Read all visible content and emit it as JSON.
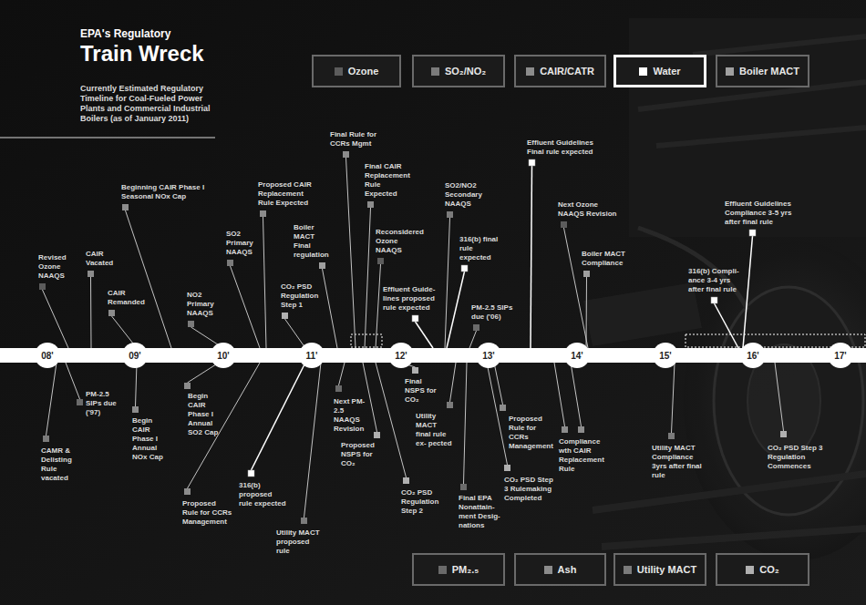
{
  "diagram": {
    "title": "Train Wreck",
    "caption": "Currently Estimated Regulatory Timeline for Coal-Fueled Power Plants and Commercial Industrial Boilers (as of January 2011)",
    "nodes": [
      {
        "text": [
          "08'"
        ]
      },
      {
        "text": [
          "09'"
        ]
      },
      {
        "text": [
          "10'"
        ]
      },
      {
        "text": [
          "11'"
        ]
      },
      {
        "text": [
          "12'"
        ]
      },
      {
        "text": [
          "13'"
        ]
      },
      {
        "text": [
          "14'"
        ]
      },
      {
        "text": [
          "15'"
        ]
      },
      {
        "text": [
          "16'"
        ]
      },
      {
        "text": [
          "17'"
        ]
      }
    ],
    "labels": [
      "EPA's Regulatory",
      "Revised Ozone NAAQS",
      "CAIR Vacated",
      "CAIR Remanded",
      "Beginning CAIR Phase I Seasonal NOx Cap",
      "NO2 Primary NAAQS",
      "SO2 Primary NAAQS",
      "Proposed CAIR Replacement Rule Expected",
      "CO₂ PSD Regulation Step 1",
      "Boiler MACT Final regulation",
      "Final Rule for CCRs Mgmt",
      "Final CAIR Replacement Rule Expected",
      "Reconsidered Ozone NAAQS",
      "SO2/NO2 Secondary NAAQS",
      "Effluent Guide- lines proposed rule expected",
      "316(b) final rule expected",
      "PM-2.5 SIPs due ('06)",
      "Effluent Guidelines Final rule expected",
      "Next Ozone NAAQS Revision",
      "Boiler MACT Compliance",
      "Effluent Guidelines Compliance 3-5 yrs after final rule",
      "316(b) Compli- ance 3-4 yrs after final rule",
      "PM-2.5 SIPs due ('97)",
      "CAMR & Delisting Rule vacated",
      "Begin CAIR Phase I Annual NOx Cap",
      "Begin CAIR Phase I Annual SO2 Cap",
      "Proposed Rule for CCRs Management",
      "316(b) proposed rule expected",
      "Utility MACT proposed rule",
      "Next PM-2.5 NAAQS Revision",
      "Proposed NSPS for CO₂",
      "CO₂ PSD Regulation Step 2",
      "Final NSPS for CO₂",
      "Utility MACT final rule ex- pected",
      "Final EPA Nonattain- ment Desig- nations",
      "Proposed Rule for CCRs Management",
      "CO₂ PSD Step 3 Rulemaking Completed",
      "Compliance wth CAIR Replacement Rule",
      "Utility MACT Compliance 3yrs after final rule",
      "CO₂ PSD Step 3 Regulation Commences"
    ],
    "legend": [
      {
        "text": "Ozone",
        "color": "#5c5c5c"
      },
      {
        "text": "SO₂/NO₂",
        "color": "#7b7b7b"
      },
      {
        "text": "CAIR/CATR",
        "color": "#8c8c8c"
      },
      {
        "text": "Water",
        "color": "#ffffff"
      },
      {
        "text": "Boiler MACT",
        "color": "#a0a0a0"
      },
      {
        "text": "PM₂.₅",
        "color": "#6a6a6a"
      },
      {
        "text": "Ash",
        "color": "#8c8c8c"
      },
      {
        "text": "Utility MACT",
        "color": "#7b7b7b"
      },
      {
        "text": "CO₂",
        "color": "#b0b0b0"
      }
    ]
  }
}
